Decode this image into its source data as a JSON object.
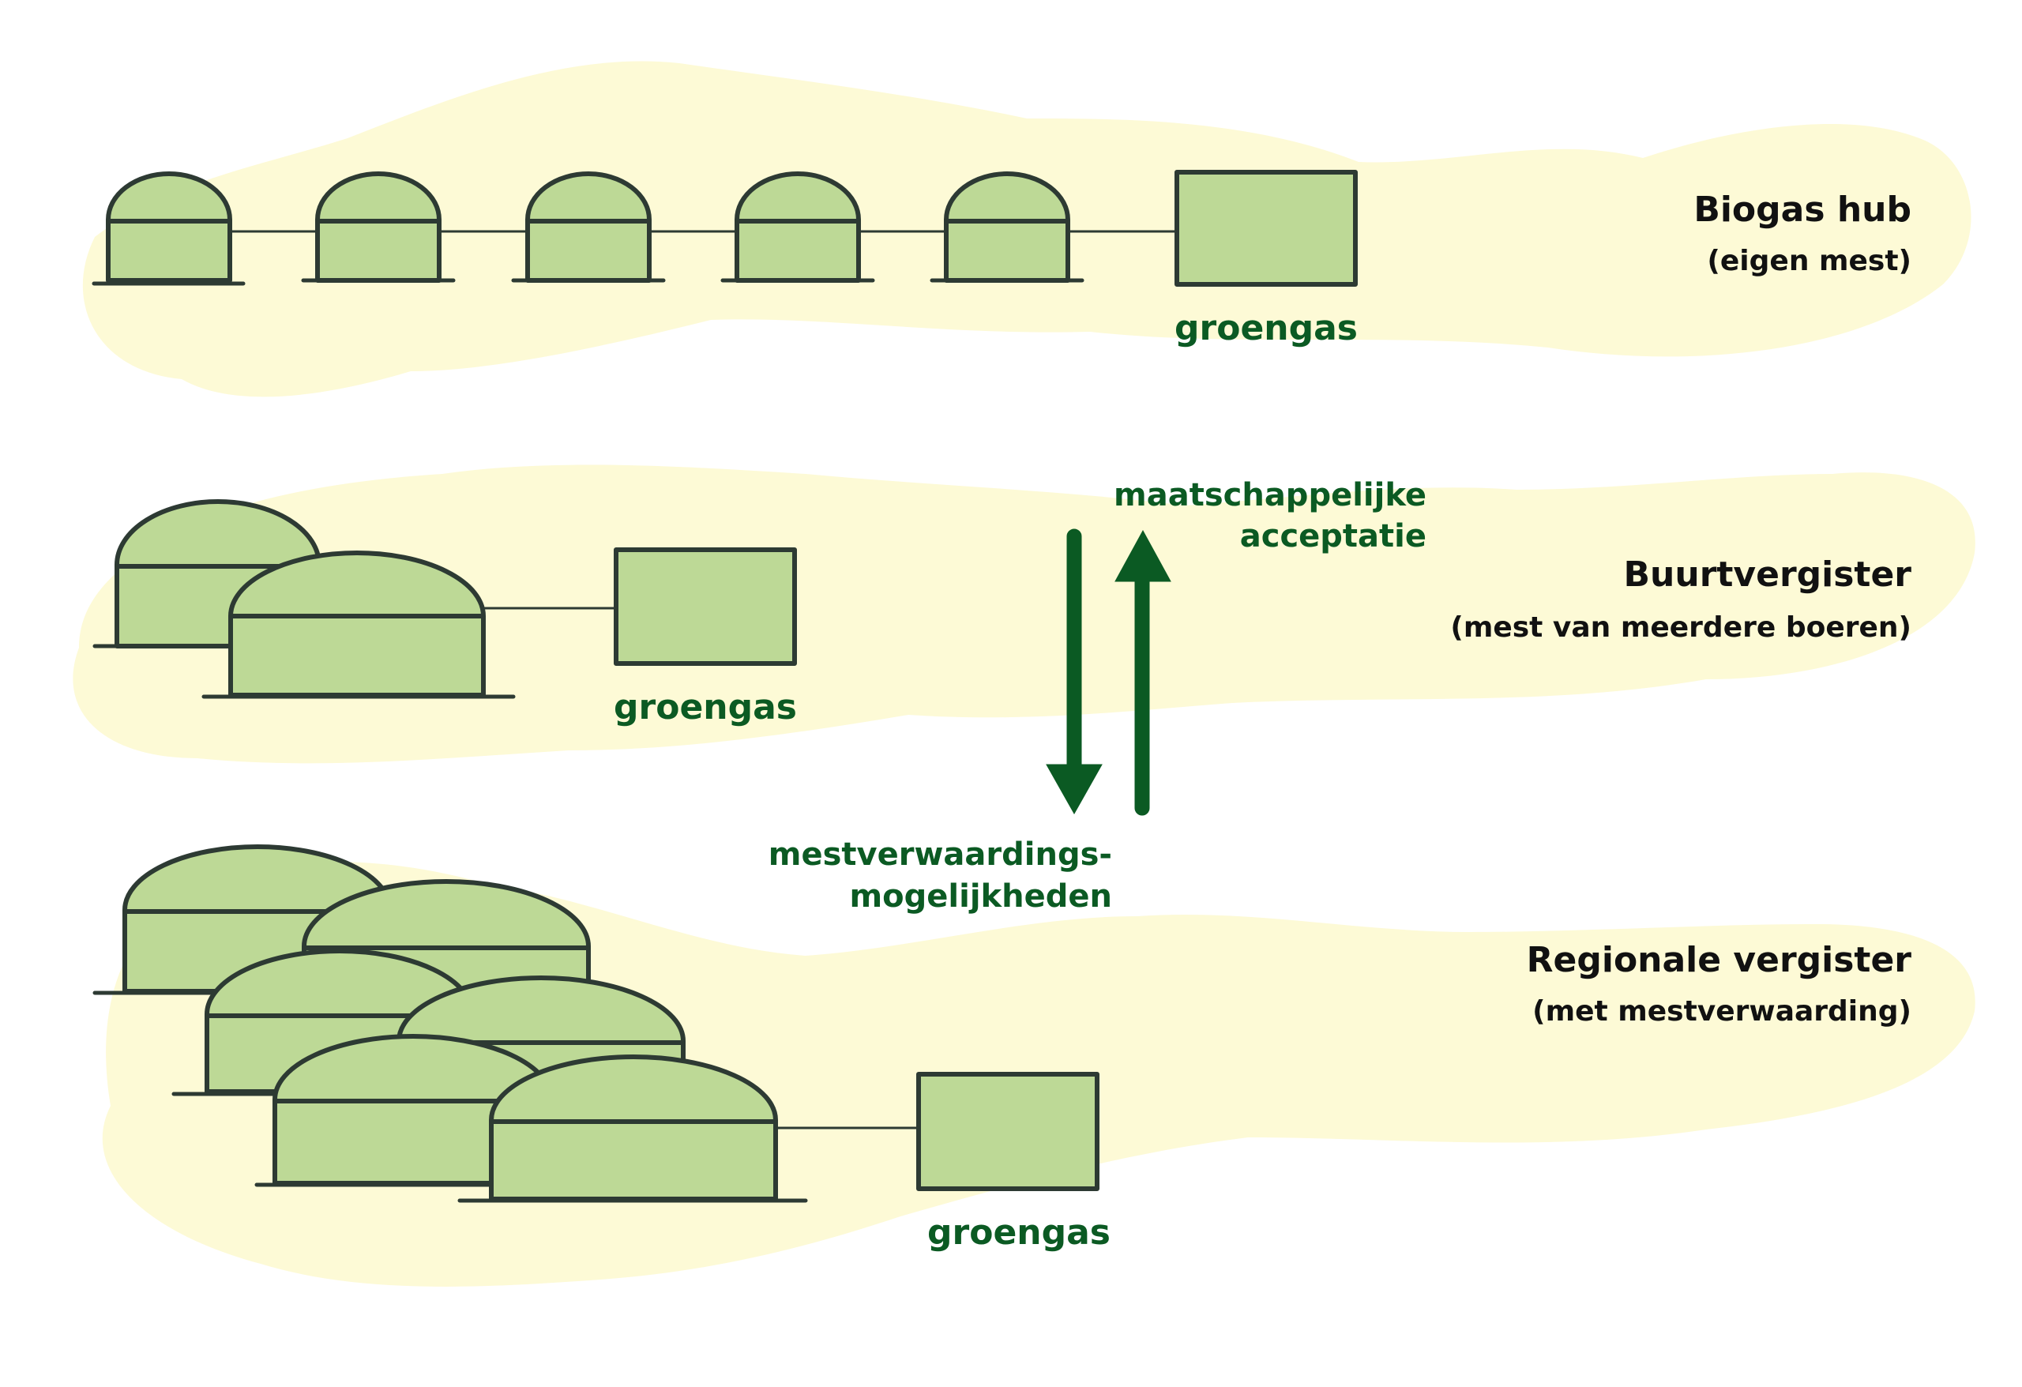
{
  "colors": {
    "background_band": "#fdfad6",
    "tank_fill": "#bdd996",
    "outline": "#2d3a33",
    "label_green": "#0b5a23",
    "label_dark": "#111111"
  },
  "rows": [
    {
      "title": "Biogas hub",
      "subtitle": "(eigen mest)",
      "output_label": "groengas",
      "digester_count": 5
    },
    {
      "title": "Buurtvergister",
      "subtitle": "(mest van meerdere boeren)",
      "output_label": "groengas",
      "digester_count": 2
    },
    {
      "title": "Regionale vergister",
      "subtitle": "(met mestverwaarding)",
      "output_label": "groengas",
      "digester_count": 6
    }
  ],
  "arrows": {
    "up_label_line1": "maatschappelijke",
    "up_label_line2": "acceptatie",
    "down_label_line1": "mestverwaardings-",
    "down_label_line2": "mogelijkheden"
  }
}
